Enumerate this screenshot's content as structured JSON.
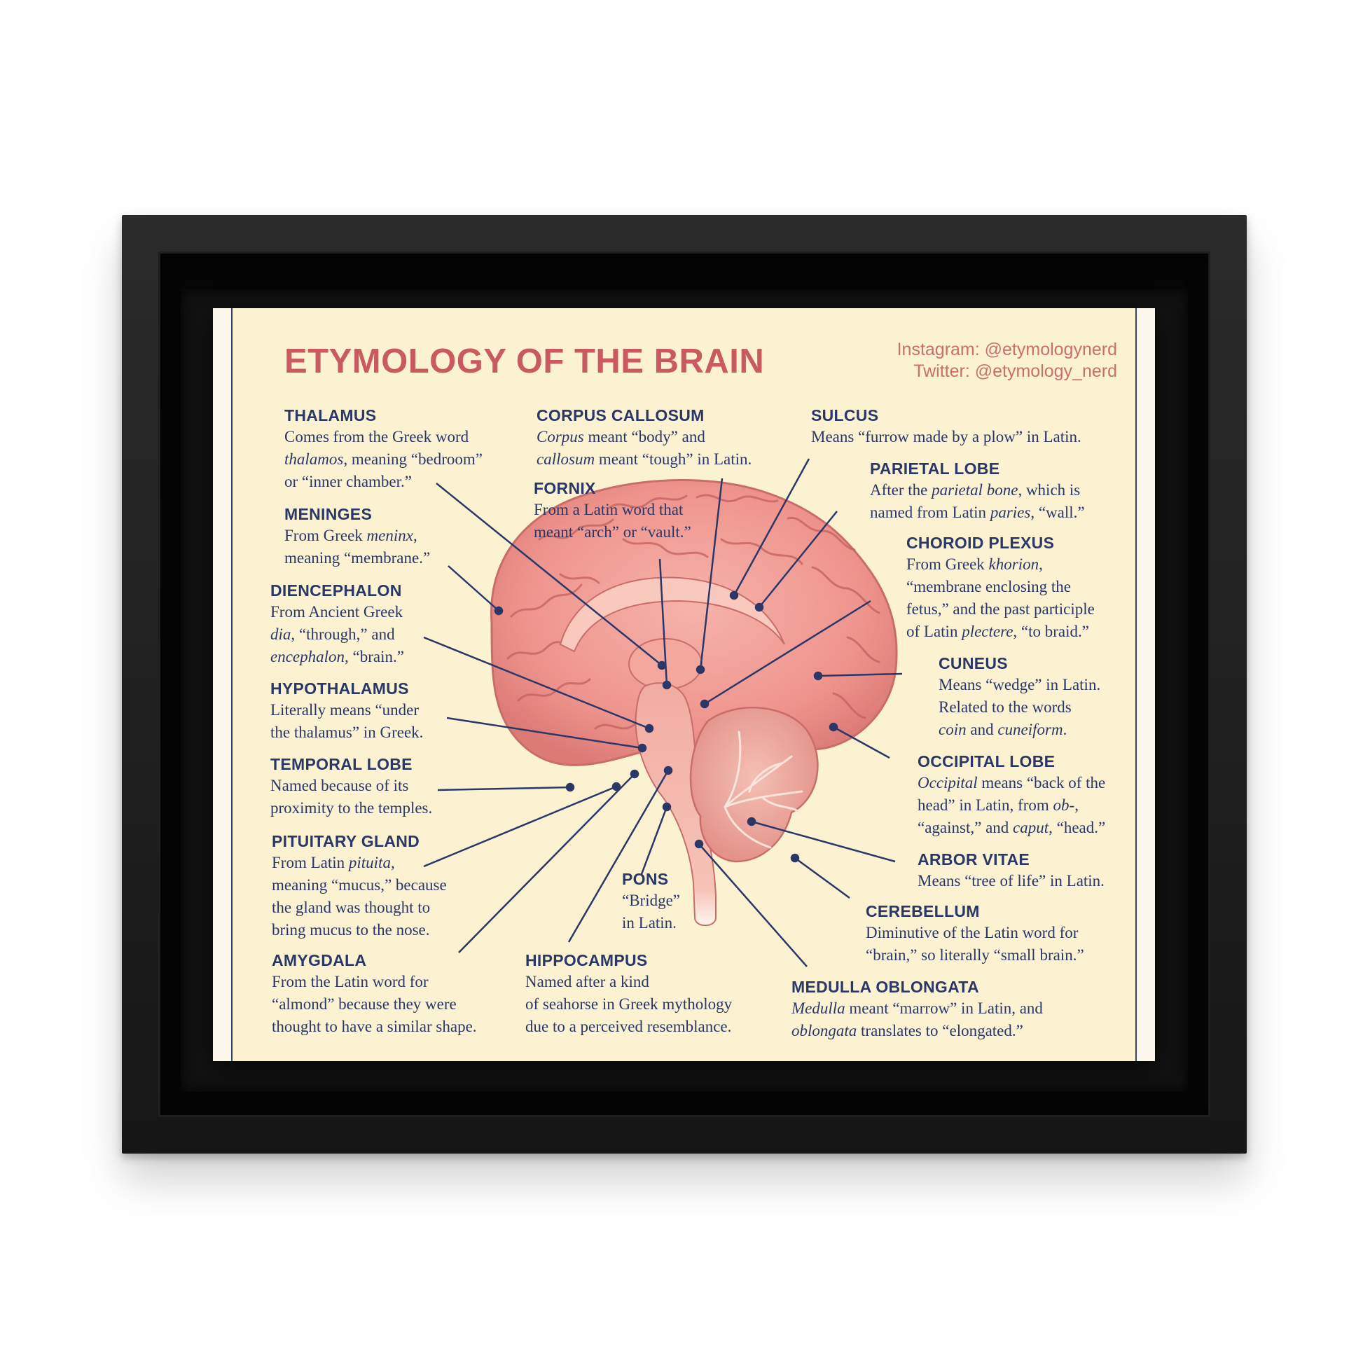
{
  "poster": {
    "title": "ETYMOLOGY OF THE BRAIN",
    "instagram": "Instagram: @etymologynerd",
    "twitter": "Twitter: @etymology_nerd"
  },
  "colors": {
    "title": "#c95a5f",
    "text": "#2a3767",
    "paper": "#fbf2d2",
    "frame": "#1a1a1a",
    "brain": "#ef9a94"
  },
  "entries": {
    "thalamus": {
      "heading": "THALAMUS",
      "l1": "Comes from the Greek word",
      "l2i": "thalamos",
      "l2": ", meaning “bedroom”",
      "l3": "or “inner chamber.”"
    },
    "meninges": {
      "heading": "MENINGES",
      "l1a": "From Greek ",
      "l1i": "meninx",
      "l1b": ",",
      "l2": "meaning “membrane.”"
    },
    "diencephalon": {
      "heading": "DIENCEPHALON",
      "l1": "From Ancient Greek",
      "l2i": "dia",
      "l2": ", “through,” and",
      "l3i": "encephalon",
      "l3": ", “brain.”"
    },
    "hypothalamus": {
      "heading": "HYPOTHALAMUS",
      "l1": "Literally means “under",
      "l2": "the thalamus” in Greek."
    },
    "temporal_lobe": {
      "heading": "TEMPORAL LOBE",
      "l1": "Named because of its",
      "l2": "proximity to the temples."
    },
    "pituitary_gland": {
      "heading": "PITUITARY GLAND",
      "l1a": "From Latin ",
      "l1i": "pituita",
      "l1b": ",",
      "l2": "meaning “mucus,” because",
      "l3": "the gland was thought to",
      "l4": "bring mucus to the nose."
    },
    "amygdala": {
      "heading": "AMYGDALA",
      "l1": "From the Latin word for",
      "l2": "“almond” because they were",
      "l3": "thought to have a similar shape."
    },
    "corpus_callosum": {
      "heading": "CORPUS CALLOSUM",
      "l1i": "Corpus",
      "l1": " meant “body” and",
      "l2i": "callosum",
      "l2": " meant “tough” in Latin."
    },
    "fornix": {
      "heading": "FORNIX",
      "l1": "From a Latin word that",
      "l2": "meant “arch” or “vault.”"
    },
    "pons": {
      "heading": "PONS",
      "l1": "“Bridge”",
      "l2": "in Latin."
    },
    "hippocampus": {
      "heading": "HIPPOCAMPUS",
      "l1": "Named after a kind",
      "l2": "of seahorse in Greek mythology",
      "l3": "due to a perceived resemblance."
    },
    "sulcus": {
      "heading": "SULCUS",
      "l1": "Means “furrow made by a plow” in Latin."
    },
    "parietal_lobe": {
      "heading": "PARIETAL LOBE",
      "l1a": "After the ",
      "l1i": "parietal bone",
      "l1b": ", which is",
      "l2a": "named from Latin ",
      "l2i": "paries",
      "l2b": ", “wall.”"
    },
    "choroid_plexus": {
      "heading": "CHOROID PLEXUS",
      "l1a": "From Greek ",
      "l1i": "khorion",
      "l1b": ",",
      "l2": "“membrane enclosing the",
      "l3": "fetus,” and the past participle",
      "l4a": "of Latin ",
      "l4i": "plectere",
      "l4b": ", “to braid.”"
    },
    "cuneus": {
      "heading": "CUNEUS",
      "l1": "Means “wedge” in Latin.",
      "l2": "Related to the words",
      "l3i1": "coin",
      "l3": " and ",
      "l3i2": "cuneiform",
      "l3b": "."
    },
    "occipital_lobe": {
      "heading": "OCCIPITAL LOBE",
      "l1i": "Occipital",
      "l1": " means “back of the",
      "l2a": "head” in Latin, from ",
      "l2i": "ob-",
      "l2b": ",",
      "l3a": "“against,” and ",
      "l3i": "caput",
      "l3b": ", “head.”"
    },
    "arbor_vitae": {
      "heading": "ARBOR VITAE",
      "l1": "Means “tree of life” in Latin."
    },
    "cerebellum": {
      "heading": "CEREBELLUM",
      "l1": "Diminutive of the Latin word for",
      "l2": "“brain,” so literally “small brain.”"
    },
    "medulla_oblongata": {
      "heading": "MEDULLA OBLONGATA",
      "l1i": "Medulla",
      "l1": " meant “marrow” in Latin, and",
      "l2i": "oblongata",
      "l2": " translates to “elongated.”"
    }
  }
}
